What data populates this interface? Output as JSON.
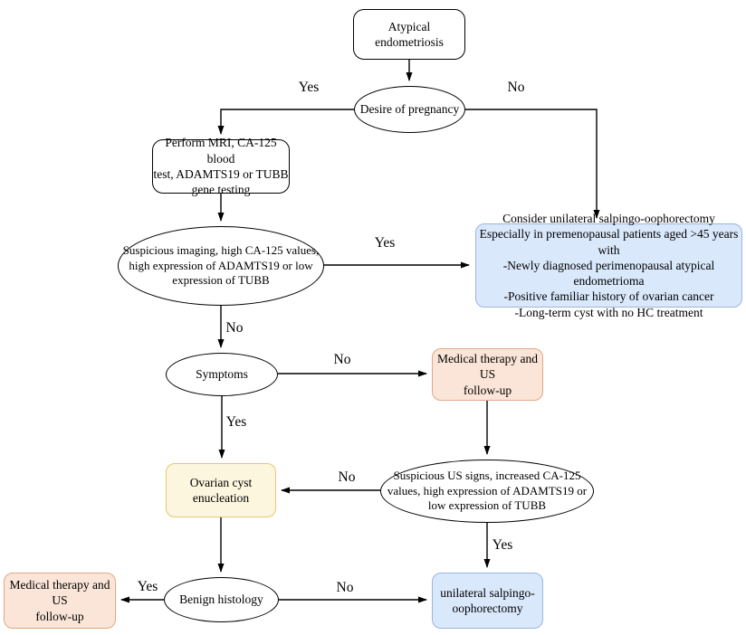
{
  "diagram": {
    "nodes": {
      "atypical_endometriosis": "Atypical endometriosis",
      "desire_of_pregnancy": "Desire of pregnancy",
      "perform_tests": "Perform MRI, CA-125 blood\ntest, ADAMTS19 or TUBB\ngene testing",
      "suspicious_imaging": "Suspicious imaging, high CA-125 values,\nhigh expression of ADAMTS19 or low\nexpression of TUBB",
      "consider_oophorectomy": "Consider unilateral salpingo-oophorectomy\nEspecially in premenopausal patients aged >45 years with\n-Newly diagnosed perimenopausal atypical endometrioma\n-Positive familiar history of ovarian cancer\n-Long-term cyst with no HC treatment",
      "symptoms": "Symptoms",
      "medical_therapy_right": "Medical therapy and US\nfollow-up",
      "suspicious_us": "Suspicious US signs, increased CA-125\nvalues, high expression of ADAMTS19 or\nlow expression of TUBB",
      "ovarian_cyst_enucleation": "Ovarian cyst\nenucleation",
      "benign_histology": "Benign histology",
      "medical_therapy_bottom": "Medical therapy and US\nfollow-up",
      "unilateral_oophorectomy": "unilateral salpingo-\noophorectomy"
    },
    "edge_labels": {
      "pregnancy_yes": "Yes",
      "pregnancy_no": "No",
      "imaging_yes": "Yes",
      "imaging_no": "No",
      "symptoms_no": "No",
      "symptoms_yes": "Yes",
      "us_no": "No",
      "us_yes": "Yes",
      "benign_yes": "Yes",
      "benign_no": "No"
    },
    "colors": {
      "blue_fill": "#dae8fc",
      "blue_border": "#9cb5dd",
      "orange_fill": "#fbe5d8",
      "orange_border": "#dfa883",
      "yellow_fill": "#fdf6df",
      "yellow_border": "#e8c671",
      "plain_fill": "#ffffff",
      "line": "#000000"
    }
  }
}
